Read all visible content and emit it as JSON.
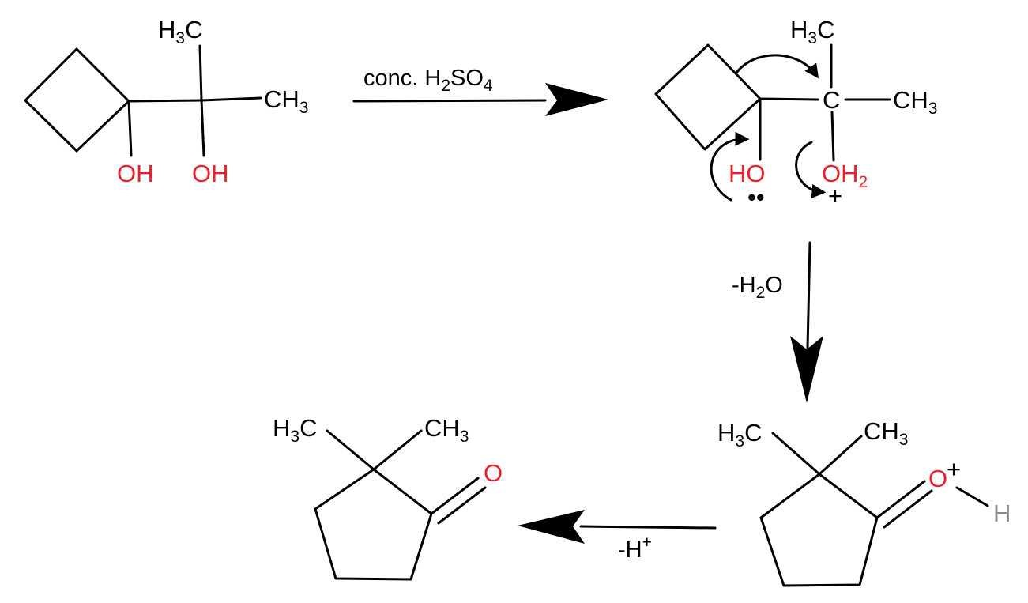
{
  "colors": {
    "bond": "#000000",
    "oxygen": "#e8212b",
    "hydrogen": "#8c8c8c"
  },
  "reactant": {
    "methyl_top": [
      "H",
      "3",
      "C"
    ],
    "methyl_right": [
      "CH",
      "3"
    ],
    "oh_left": "OH",
    "oh_right": "OH"
  },
  "step1": {
    "reagent": [
      "conc. H",
      "2",
      "SO",
      "4"
    ]
  },
  "intermediate": {
    "methyl_top": [
      "H",
      "3",
      "C"
    ],
    "carbon": "C",
    "methyl_right": [
      "CH",
      "3"
    ],
    "ho": "HO",
    "oh2": [
      "OH",
      "2"
    ],
    "lone_pair": "••",
    "plus": "+"
  },
  "step2": {
    "reagent": [
      "-H",
      "2",
      "O"
    ]
  },
  "protonated_ketone": {
    "methyl_left": [
      "H",
      "3",
      "C"
    ],
    "methyl_right": [
      "CH",
      "3"
    ],
    "oxygen": "O",
    "plus": "+",
    "hydrogen": "H"
  },
  "step3": {
    "reagent": [
      "-H",
      "+"
    ]
  },
  "product": {
    "methyl_left": [
      "H",
      "3",
      "C"
    ],
    "methyl_right": [
      "CH",
      "3"
    ],
    "oxygen": "O"
  }
}
